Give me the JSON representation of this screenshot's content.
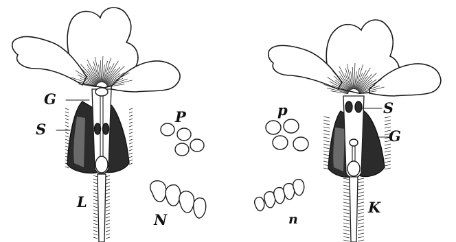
{
  "figure": {
    "left_flower": {
      "labels": {
        "g": "G",
        "s": "S",
        "p": "P",
        "l": "L",
        "n": "N"
      }
    },
    "right_flower": {
      "labels": {
        "p": "p",
        "s": "S",
        "g": "G",
        "n": "n",
        "k": "K"
      }
    }
  },
  "palette": {
    "ink": "#1a1a1a",
    "paper": "#ffffff",
    "shade": "#2b2b2b"
  },
  "icons": [
    "flower-section-icon",
    "pollen-grain-icon",
    "papillae-icon"
  ]
}
